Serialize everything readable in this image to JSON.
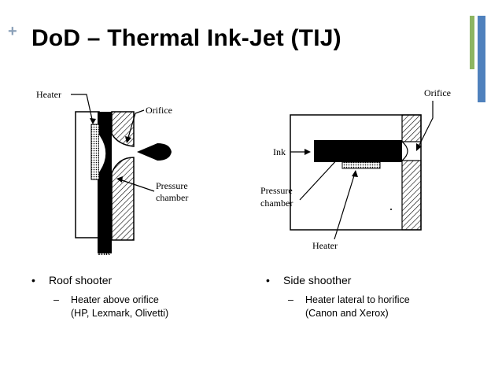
{
  "slide": {
    "plus": "+",
    "title": "DoD – Thermal Ink-Jet (TIJ)"
  },
  "left_diagram": {
    "labels": {
      "heater": "Heater",
      "orifice": "Orifice",
      "pressure": "Pressure",
      "chamber": "chamber",
      "ink": "Ink"
    }
  },
  "right_diagram": {
    "labels": {
      "orifice": "Orifice",
      "ink": "Ink",
      "pressure": "Pressure",
      "chamber": "chamber",
      "heater": "Heater"
    }
  },
  "bullets": {
    "left": {
      "dot": "•",
      "main": "Roof shooter",
      "dash": "–",
      "sub_line1": "Heater above orifice",
      "sub_line2": "(HP, Lexmark, Olivetti)"
    },
    "right": {
      "dot": "•",
      "main": "Side shoother",
      "dash": "–",
      "sub_line1": "Heater lateral to horifice",
      "sub_line2": "(Canon and Xerox)"
    }
  },
  "colors": {
    "accent_green": "#8db561",
    "accent_blue": "#4f81bd"
  }
}
